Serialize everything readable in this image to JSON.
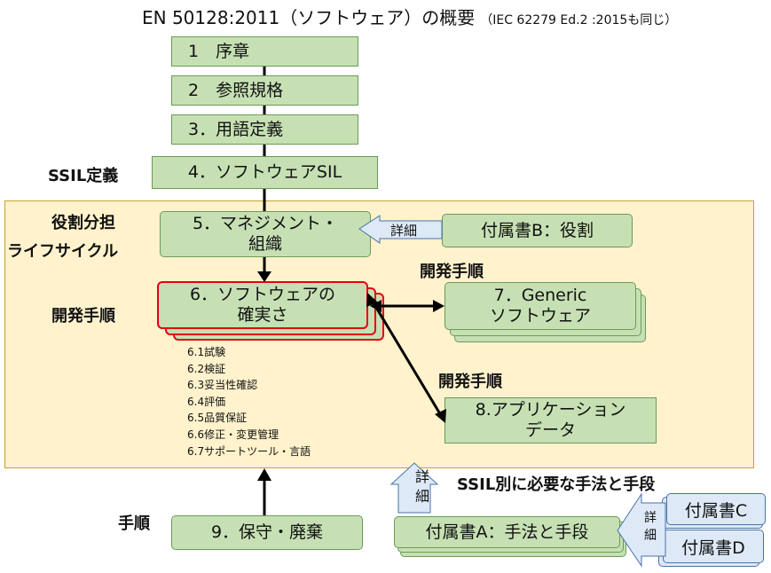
{
  "title": {
    "main": "EN 50128:2011（ソフトウェア）の概要",
    "sub": "（IEC 62279 Ed.2 :2015も同じ）"
  },
  "chapters": {
    "ch1": "1　序章",
    "ch2": "2　参照規格",
    "ch3": "3．用語定義",
    "ch4": "4．ソフトウェアSIL",
    "ch5_line1": "5．マネジメント・",
    "ch5_line2": "組織",
    "ch6_line1": "6．ソフトウェアの",
    "ch6_line2": "確実さ",
    "ch7_line1": "7．Generic",
    "ch7_line2": "ソフトウェア",
    "ch8_line1": "8.アプリケーション",
    "ch8_line2": "データ",
    "ch9": "9．保守・廃棄"
  },
  "annexes": {
    "a": "付属書A：手法と手段",
    "b": "付属書B：役割",
    "c": "付属書C",
    "d": "付属書D"
  },
  "labels": {
    "ssil_def": "SSIL定義",
    "role": "役割分担",
    "lifecycle": "ライフサイクル",
    "dev_left": "開発手順",
    "dev_7": "開発手順",
    "dev_8": "開発手順",
    "procedure": "手順",
    "ssil_methods": "SSIL別に必要な手法と手段"
  },
  "arrows": {
    "detail_b": "詳細",
    "detail_a_1": "詳",
    "detail_a_2": "細",
    "detail_cd_1": "詳",
    "detail_cd_2": "細"
  },
  "section6_items": [
    "6.1試験",
    "6.2検証",
    "6.3妥当性確認",
    "6.4評価",
    "6.5品質保証",
    "6.6修正・変更管理",
    "6.7サポートツール・言語"
  ],
  "colors": {
    "green": "#c6e0b4",
    "panel": "#fff2cc",
    "red_border": "#e60012",
    "blue": "#dde9f7"
  }
}
